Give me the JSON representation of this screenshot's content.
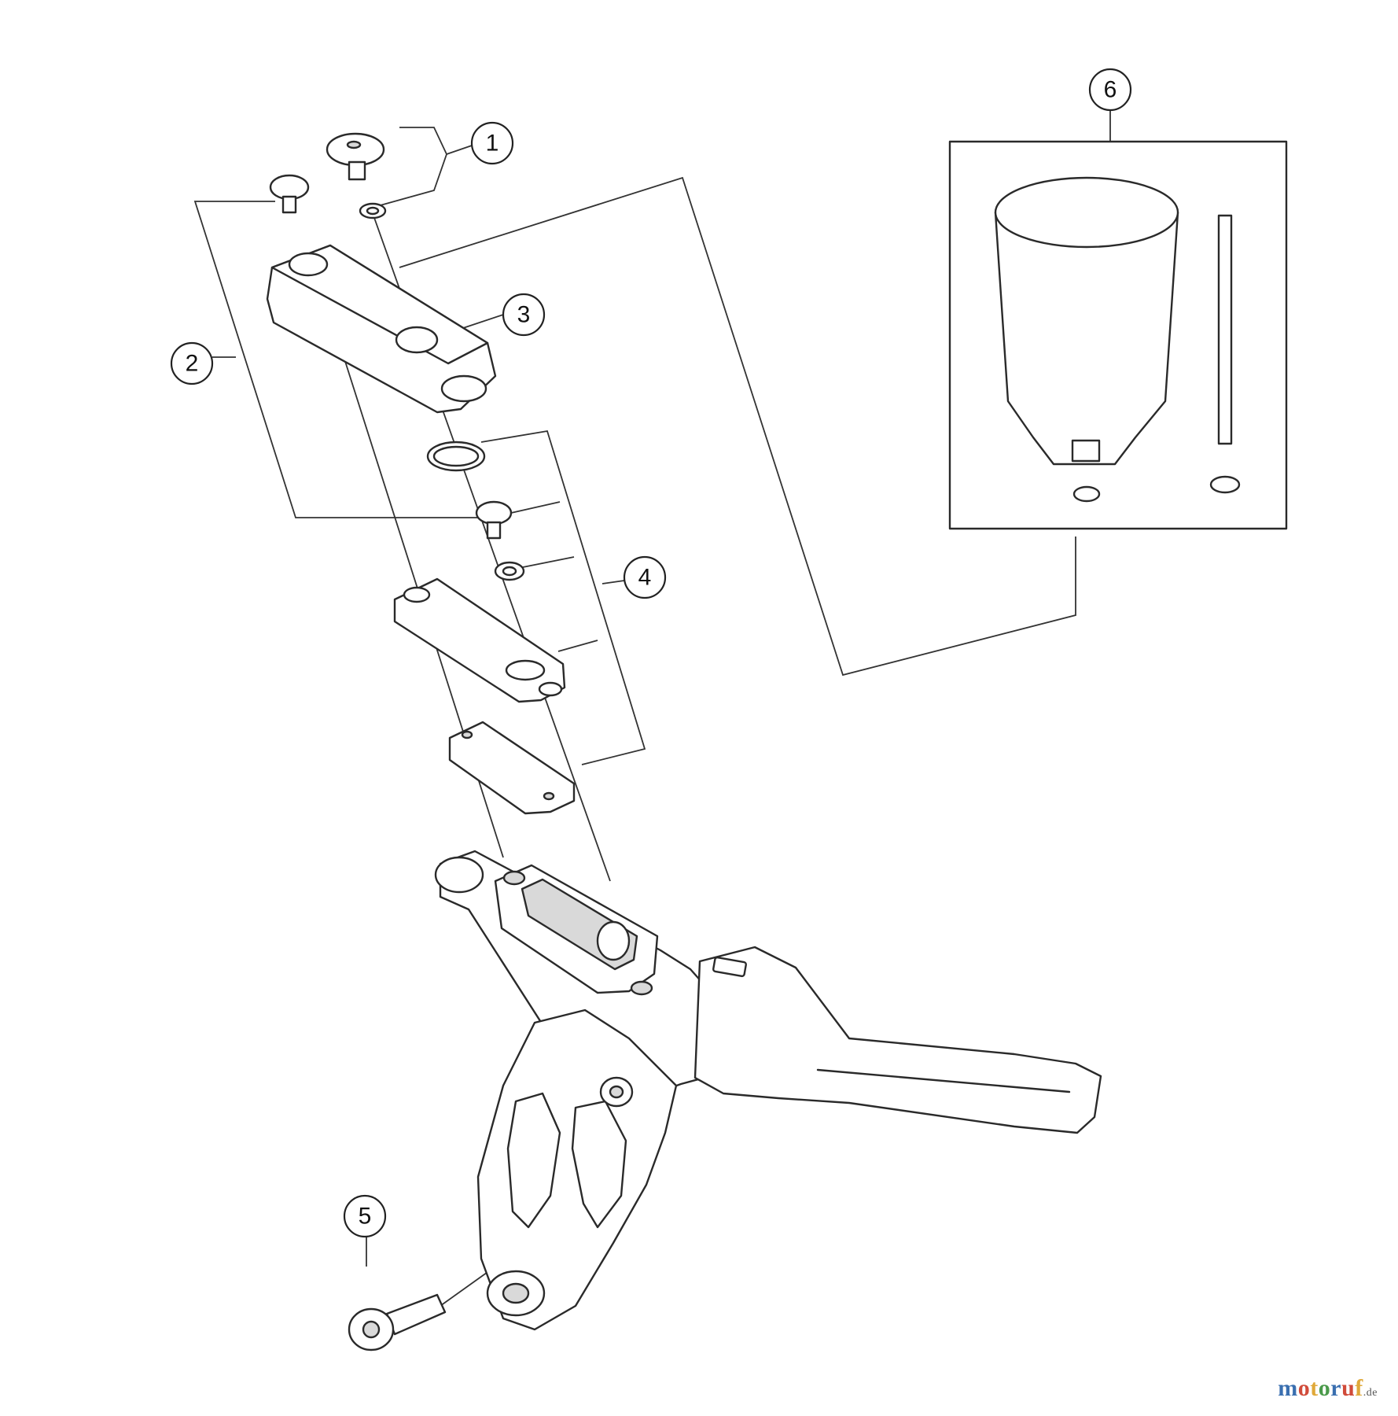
{
  "callouts": [
    {
      "id": "1",
      "label": "1"
    },
    {
      "id": "2",
      "label": "2"
    },
    {
      "id": "3",
      "label": "3"
    },
    {
      "id": "4",
      "label": "4"
    },
    {
      "id": "5",
      "label": "5"
    },
    {
      "id": "6",
      "label": "6"
    }
  ],
  "logo": {
    "text_main": "motoruf",
    "text_domain": ".de",
    "colors": [
      "#3a6fb0",
      "#d14b3a",
      "#e0a93a",
      "#4a9a4a"
    ]
  },
  "colors": {
    "line": "#2a2a2a",
    "background": "#ffffff"
  }
}
